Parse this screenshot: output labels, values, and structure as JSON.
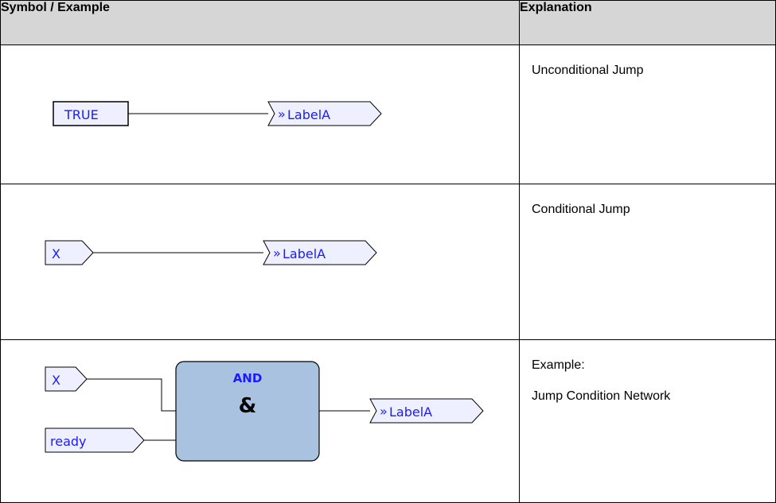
{
  "table": {
    "headers": {
      "symbol": "Symbol / Example",
      "explanation": "Explanation"
    },
    "rows": [
      {
        "explanation": [
          "Unconditional Jump"
        ],
        "diagram": {
          "input": "TRUE",
          "jump": "LabelA"
        }
      },
      {
        "explanation": [
          "Conditional Jump"
        ],
        "diagram": {
          "input": "X",
          "jump": "LabelA"
        }
      },
      {
        "explanation": [
          "Example:",
          "Jump Condition Network"
        ],
        "diagram": {
          "input1": "X",
          "input2": "ready",
          "operator": "AND",
          "operator_symbol": "&",
          "jump": "LabelA"
        }
      }
    ]
  },
  "colors": {
    "header_bg": "#d6d6d6",
    "box_fill": "#eef0ff",
    "and_block": "#a8c2e0",
    "label_text": "#1a1aff"
  }
}
